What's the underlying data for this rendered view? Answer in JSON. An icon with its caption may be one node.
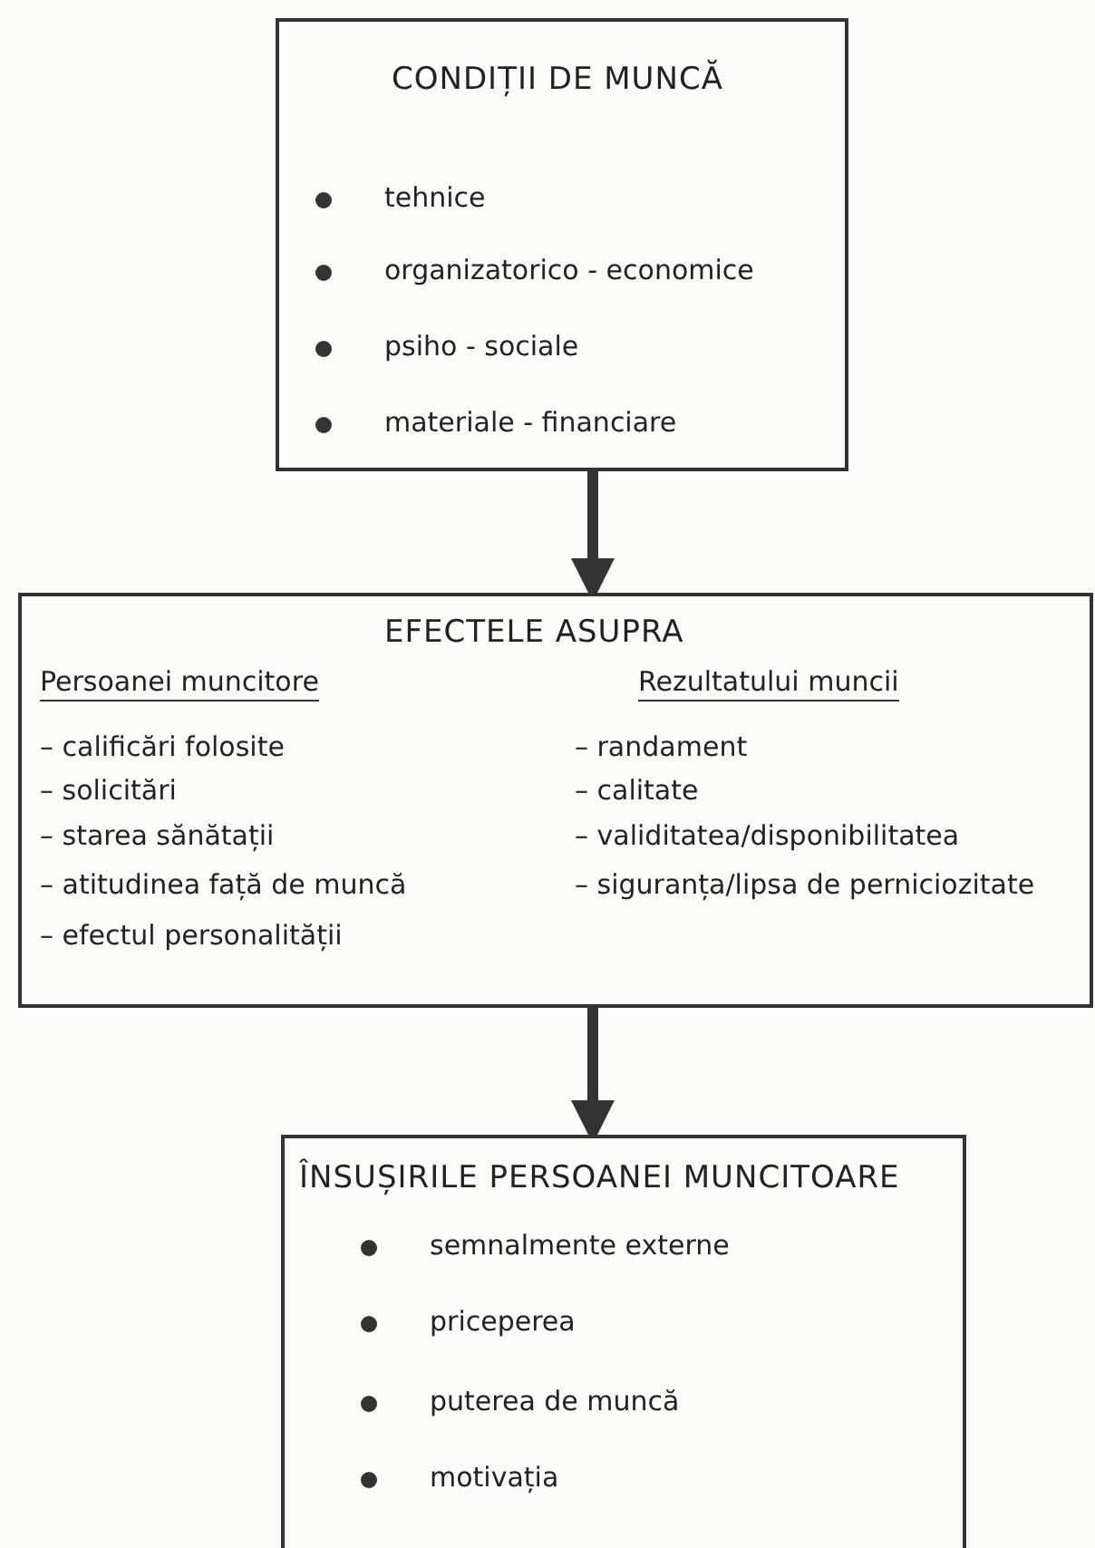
{
  "diagram": {
    "nodes": [
      {
        "text": [
          "CONDIȚII DE MUNCĂ",
          "tehnice",
          "organizatorico - economice",
          "psiho - sociale",
          "materiale - financiare"
        ]
      },
      {
        "text": [
          "EFECTELE ASUPRA",
          "Persoanei muncitore",
          "– calificări folosite",
          "– solicitări",
          "– starea sănătații",
          "– atitudinea față de muncă",
          "– efectul personalității",
          "Rezultatului muncii",
          "– randament",
          "– calitate",
          "– validitatea/disponibilitatea",
          "– siguranța/lipsa de perniciozitate"
        ]
      },
      {
        "text": [
          "ÎNSUȘIRILE PERSOANEI MUNCITOARE",
          "semnalmente externe",
          "priceperea",
          "puterea de muncă",
          "motivația"
        ]
      }
    ],
    "edges": [
      {
        "from": 0,
        "to": 1,
        "arrow": "to"
      },
      {
        "from": 1,
        "to": 2,
        "arrow": "to"
      }
    ]
  }
}
